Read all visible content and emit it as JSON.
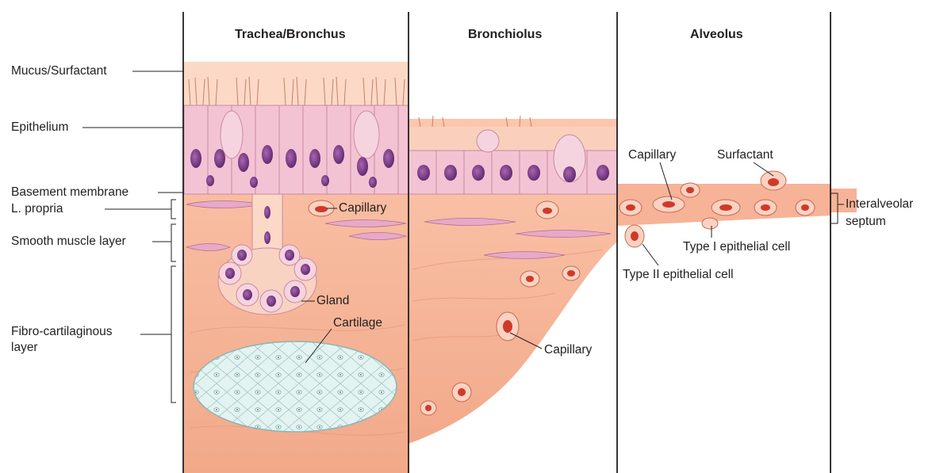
{
  "sections": {
    "trachea": "Trachea/Bronchus",
    "bronchiolus": "Bronchiolus",
    "alveolus": "Alveolus"
  },
  "left_labels": {
    "mucus": "Mucus/Surfactant",
    "epithelium": "Epithelium",
    "basement": "Basement membrane",
    "lpropria": "L. propria",
    "smooth": "Smooth muscle layer",
    "fibro_1": "Fibro-cartilaginous",
    "fibro_2": "layer"
  },
  "inner_labels": {
    "capillary_trachea": "Capillary",
    "gland": "Gland",
    "cartilage": "Cartilage",
    "capillary_bronchiolus": "Capillary",
    "capillary_alveolus": "Capillary",
    "surfactant": "Surfactant",
    "type1": "Type I epithelial cell",
    "type2": "Type II epithelial cell",
    "septum_1": "Interalveolar",
    "septum_2": "septum"
  },
  "colors": {
    "tissue": "#f6b99c",
    "tissue_light": "#fbd6c4",
    "epithelium_cell": "#f3c3d3",
    "nucleus": "#7a3a86",
    "cartilage": "#dff0ef",
    "rbc": "#cf3a2a",
    "line": "#231f20"
  }
}
